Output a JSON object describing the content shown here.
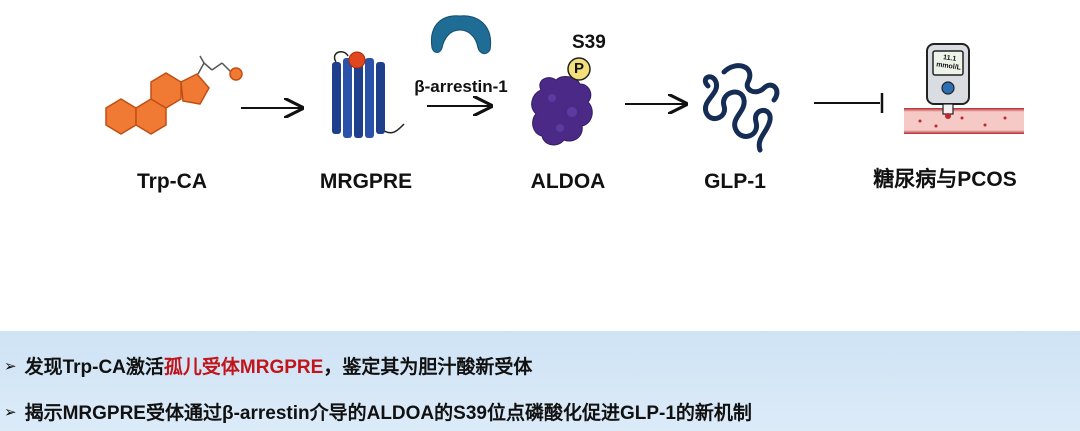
{
  "pathway": {
    "nodes": [
      {
        "label": "Trp-CA"
      },
      {
        "label": "MRGPRE"
      },
      {
        "label": "ALDOA"
      },
      {
        "label": "GLP-1"
      },
      {
        "label": "糖尿病与PCOS"
      }
    ],
    "arrow_label": "β-arrestin-1",
    "phospho_site": "S39",
    "phospho_symbol": "P",
    "meter_reading": "11.1 mmol/L",
    "colors": {
      "steroid": "#f07a33",
      "receptor": "#1d3f8c",
      "arrestin": "#1f6c95",
      "aldoa": "#4a2a86",
      "glp1": "#152c55",
      "inhibition": "#111111"
    }
  },
  "summary": {
    "bullet_mark": "➢",
    "items": [
      {
        "prefix": "发现Trp-CA激活",
        "highlight": "孤儿受体MRGPRE",
        "suffix": "，鉴定其为胆汁酸新受体"
      },
      {
        "prefix": "揭示MRGPRE受体通过β-arrestin介导的ALDOA的S39位点磷酸化促进GLP-1的新机制",
        "highlight": "",
        "suffix": ""
      }
    ],
    "highlight_color": "#c0161b",
    "background_color": "#d4e6f6"
  }
}
